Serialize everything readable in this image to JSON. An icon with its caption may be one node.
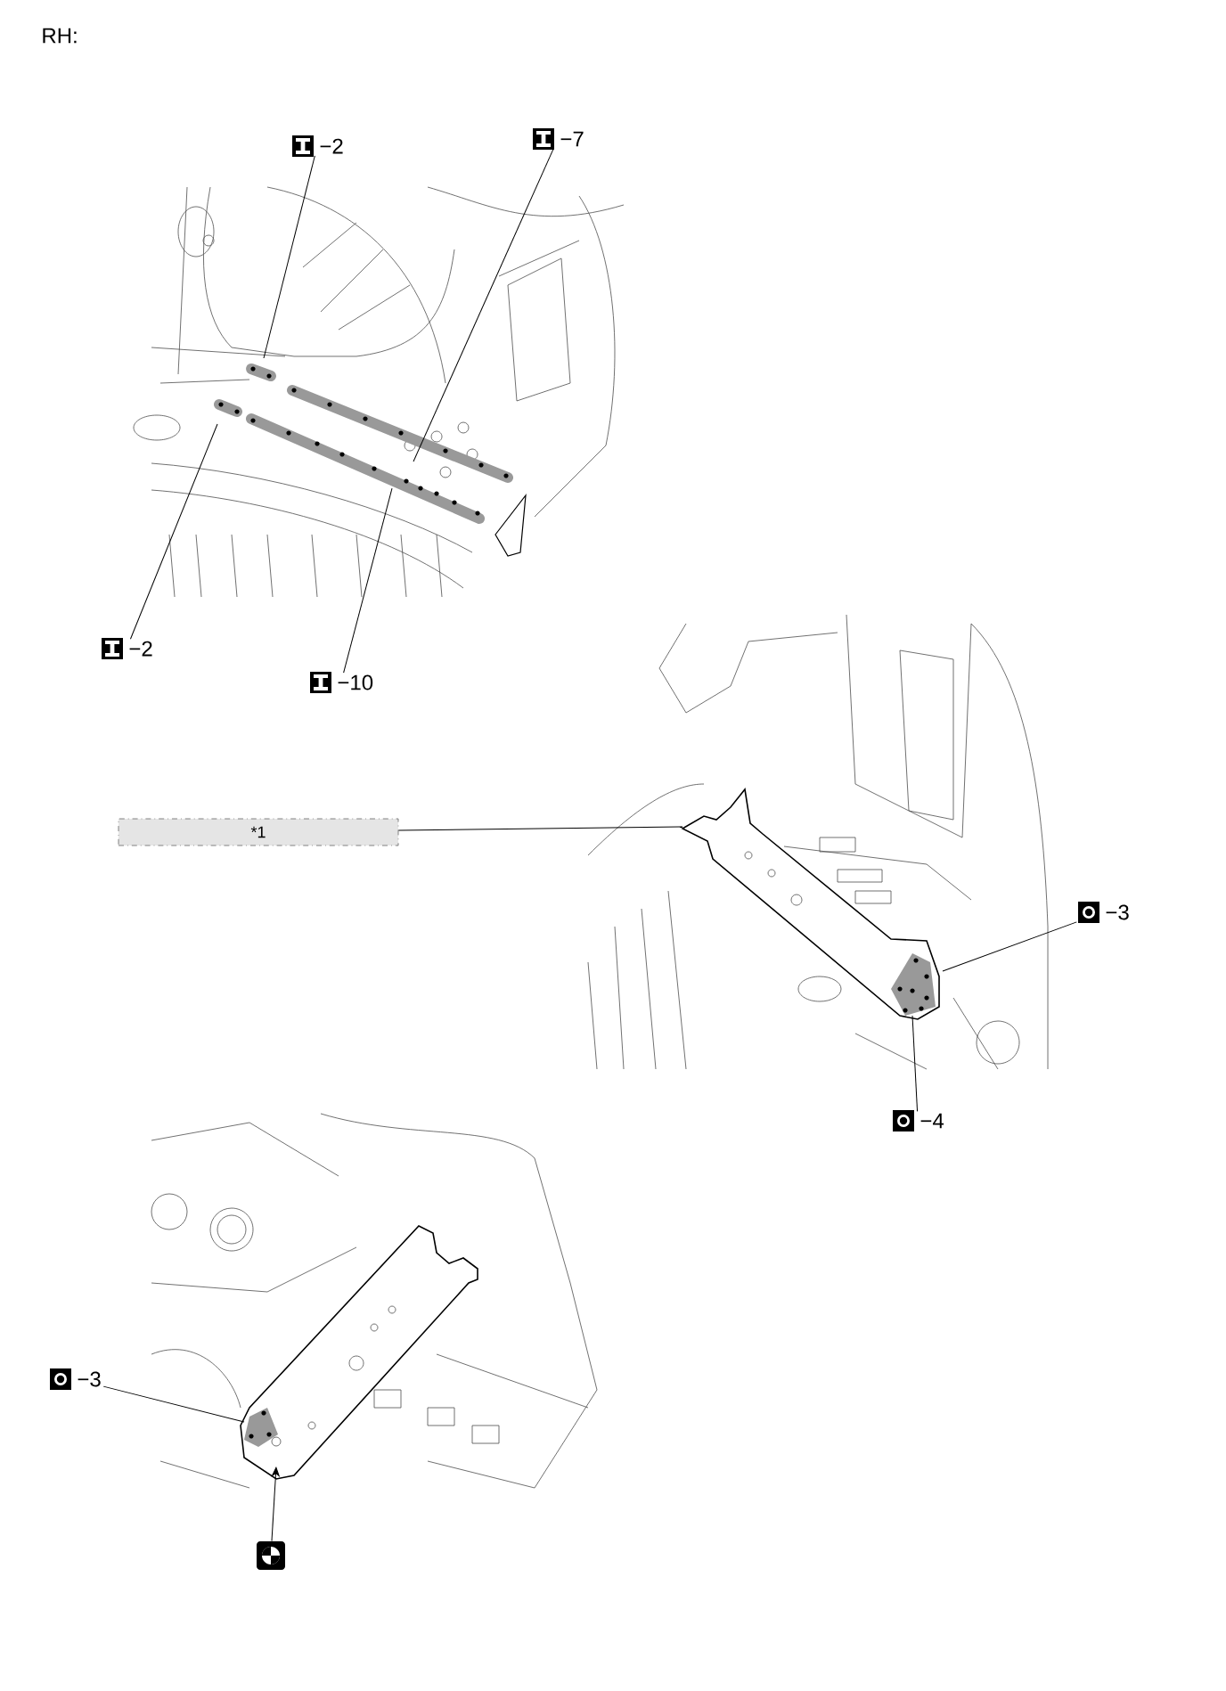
{
  "diagram": {
    "nodes": [
      {
        "text": [
          "−2"
        ]
      },
      {
        "text": [
          "−7"
        ]
      },
      {
        "text": [
          "−2"
        ]
      },
      {
        "text": [
          "−10"
        ]
      },
      {
        "text": [
          "*1"
        ]
      },
      {
        "text": [
          "−3"
        ]
      },
      {
        "text": [
          "−4"
        ]
      },
      {
        "text": [
          "−3"
        ]
      },
      {
        "text": [],
        "shape": "box"
      }
    ],
    "edges": [
      {
        "from": 0,
        "to": null,
        "arrow": "none"
      },
      {
        "from": 1,
        "to": null,
        "arrow": "none"
      },
      {
        "from": 2,
        "to": null,
        "arrow": "none"
      },
      {
        "from": 3,
        "to": null,
        "arrow": "none"
      },
      {
        "from": 4,
        "to": null,
        "arrow": "none"
      },
      {
        "from": 5,
        "to": null,
        "arrow": "none"
      },
      {
        "from": 6,
        "to": null,
        "arrow": "none"
      },
      {
        "from": 7,
        "to": null,
        "arrow": "none"
      },
      {
        "from": 8,
        "to": null,
        "arrow": "to"
      }
    ],
    "labels": [
      "RH:"
    ]
  }
}
